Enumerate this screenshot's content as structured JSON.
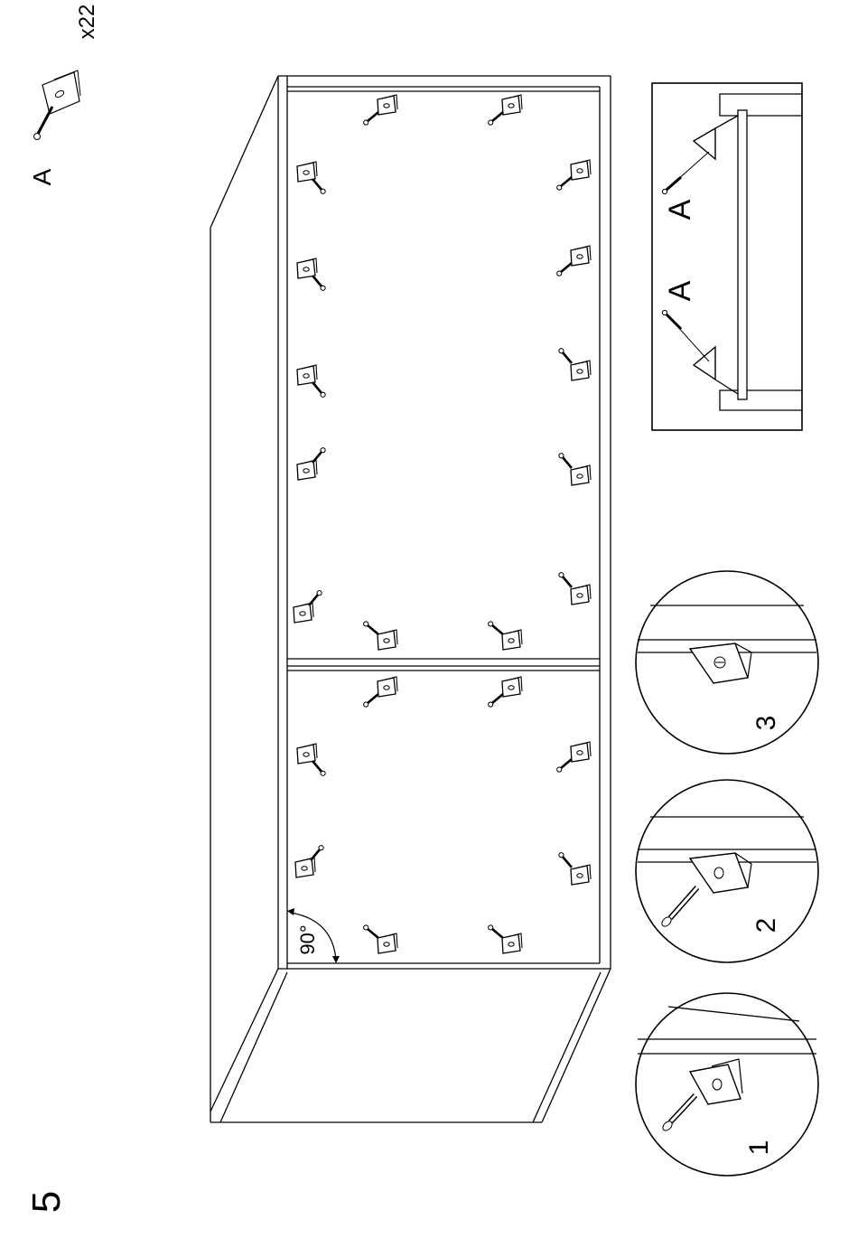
{
  "step_number": "5",
  "part": {
    "label": "A",
    "quantity": "x22",
    "icon": "screw-and-corner-bracket-icon"
  },
  "angle_label": "90°",
  "detail_steps": [
    {
      "number": "1"
    },
    {
      "number": "2"
    },
    {
      "number": "3"
    }
  ],
  "section_view": {
    "labels": [
      "A",
      "A"
    ]
  }
}
